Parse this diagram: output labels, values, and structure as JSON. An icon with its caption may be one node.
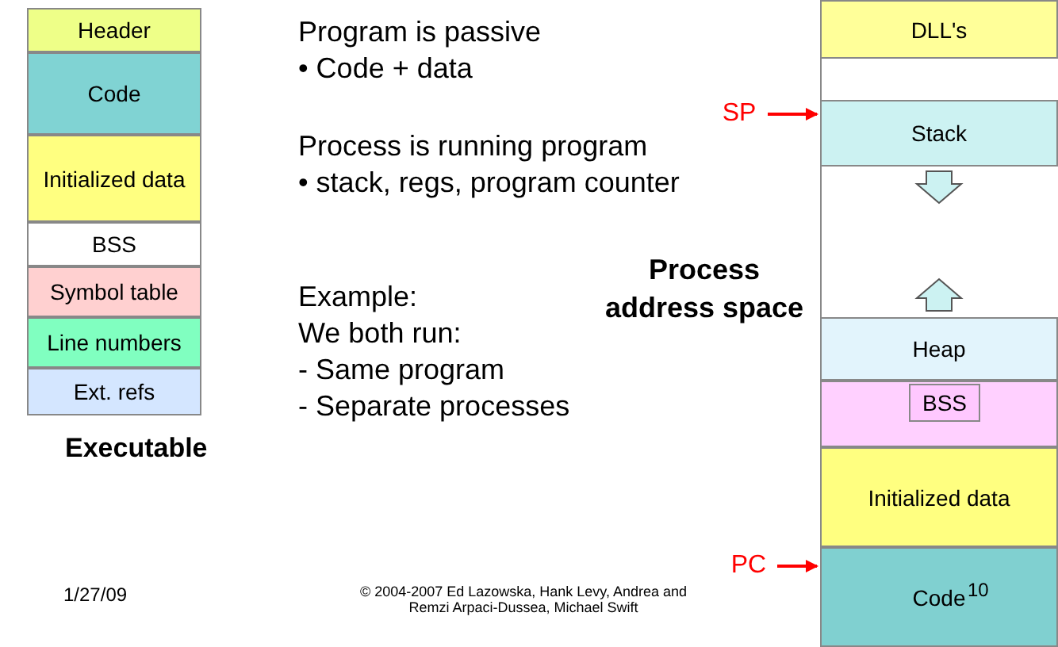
{
  "diagram": {
    "nodes": [
      {
        "text": [
          "Header"
        ]
      },
      {
        "text": [
          "Code"
        ]
      },
      {
        "text": [
          "Initialized data"
        ]
      },
      {
        "text": [
          "BSS"
        ]
      },
      {
        "text": [
          "Symbol table"
        ]
      },
      {
        "text": [
          "Line numbers"
        ]
      },
      {
        "text": [
          "Ext. refs"
        ]
      },
      {
        "text": [
          "DLL's"
        ]
      },
      {
        "text": [
          "Stack"
        ]
      },
      {
        "text": [
          "Heap"
        ]
      },
      {
        "text": [
          "BSS"
        ]
      },
      {
        "text": [
          "Initialized data"
        ]
      },
      {
        "text": [
          "Code"
        ]
      },
      {
        "text": [
          "SP"
        ]
      },
      {
        "text": [
          "PC"
        ]
      }
    ],
    "edges": [
      {
        "from": 13,
        "to": 8,
        "arrow": "to",
        "color": "#ff0000"
      },
      {
        "from": 14,
        "to": 12,
        "arrow": "to",
        "color": "#ff0000"
      }
    ],
    "labels": [
      "Program is passive",
      "• Code + data",
      "Process is running program",
      "• stack, regs, program counter",
      "Example:",
      "We both run:",
      "- Same program",
      "- Separate processes",
      "Process address space",
      "Executable",
      "1/27/09",
      "© 2004-2007 Ed Lazowska, Hank Levy, Andrea and Remzi Arpaci-Dussea, Michael Swift",
      "10"
    ]
  }
}
